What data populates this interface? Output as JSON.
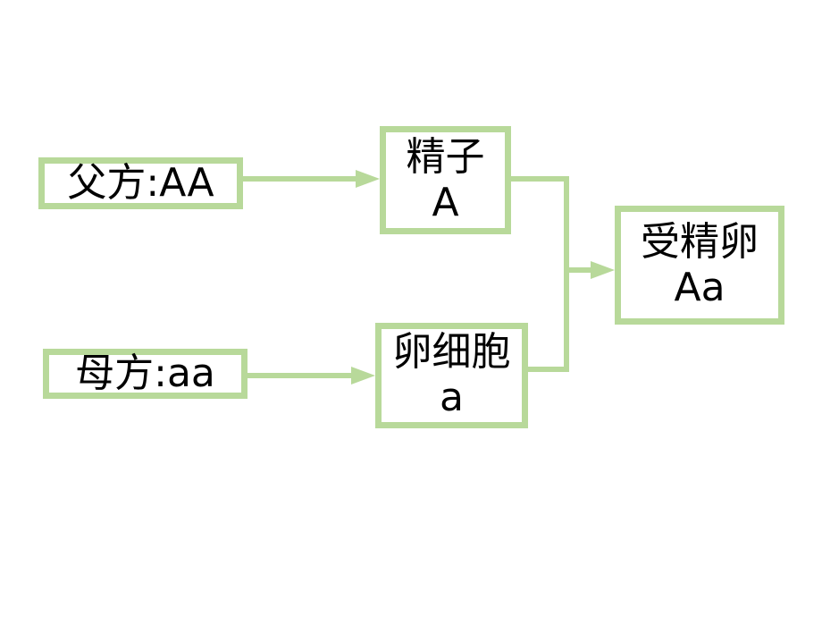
{
  "colors": {
    "accent": "#b8d99a",
    "text": "#000000",
    "background": "#ffffff"
  },
  "nodes": {
    "father": {
      "label": "父方:AA"
    },
    "mother": {
      "label": "母方:aa"
    },
    "sperm": {
      "line1": "精子",
      "line2": "A"
    },
    "egg": {
      "line1": "卵细胞",
      "line2": "a"
    },
    "zygote": {
      "line1": "受精卵",
      "line2": "Aa"
    }
  }
}
